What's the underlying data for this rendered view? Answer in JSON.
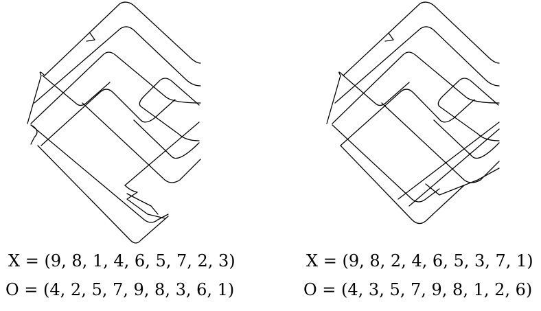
{
  "diagrams": [
    {
      "x_sequence": "X = (9, 8, 1, 4, 6, 5, 7, 2, 3)",
      "o_sequence": "O = (4, 2, 5, 7, 9, 8, 3, 6, 1)"
    },
    {
      "x_sequence": "X = (9, 8, 2, 4, 6, 5, 3, 7, 1)",
      "o_sequence": "O = (4, 3, 5, 7, 9, 8, 1, 2, 6)"
    }
  ]
}
